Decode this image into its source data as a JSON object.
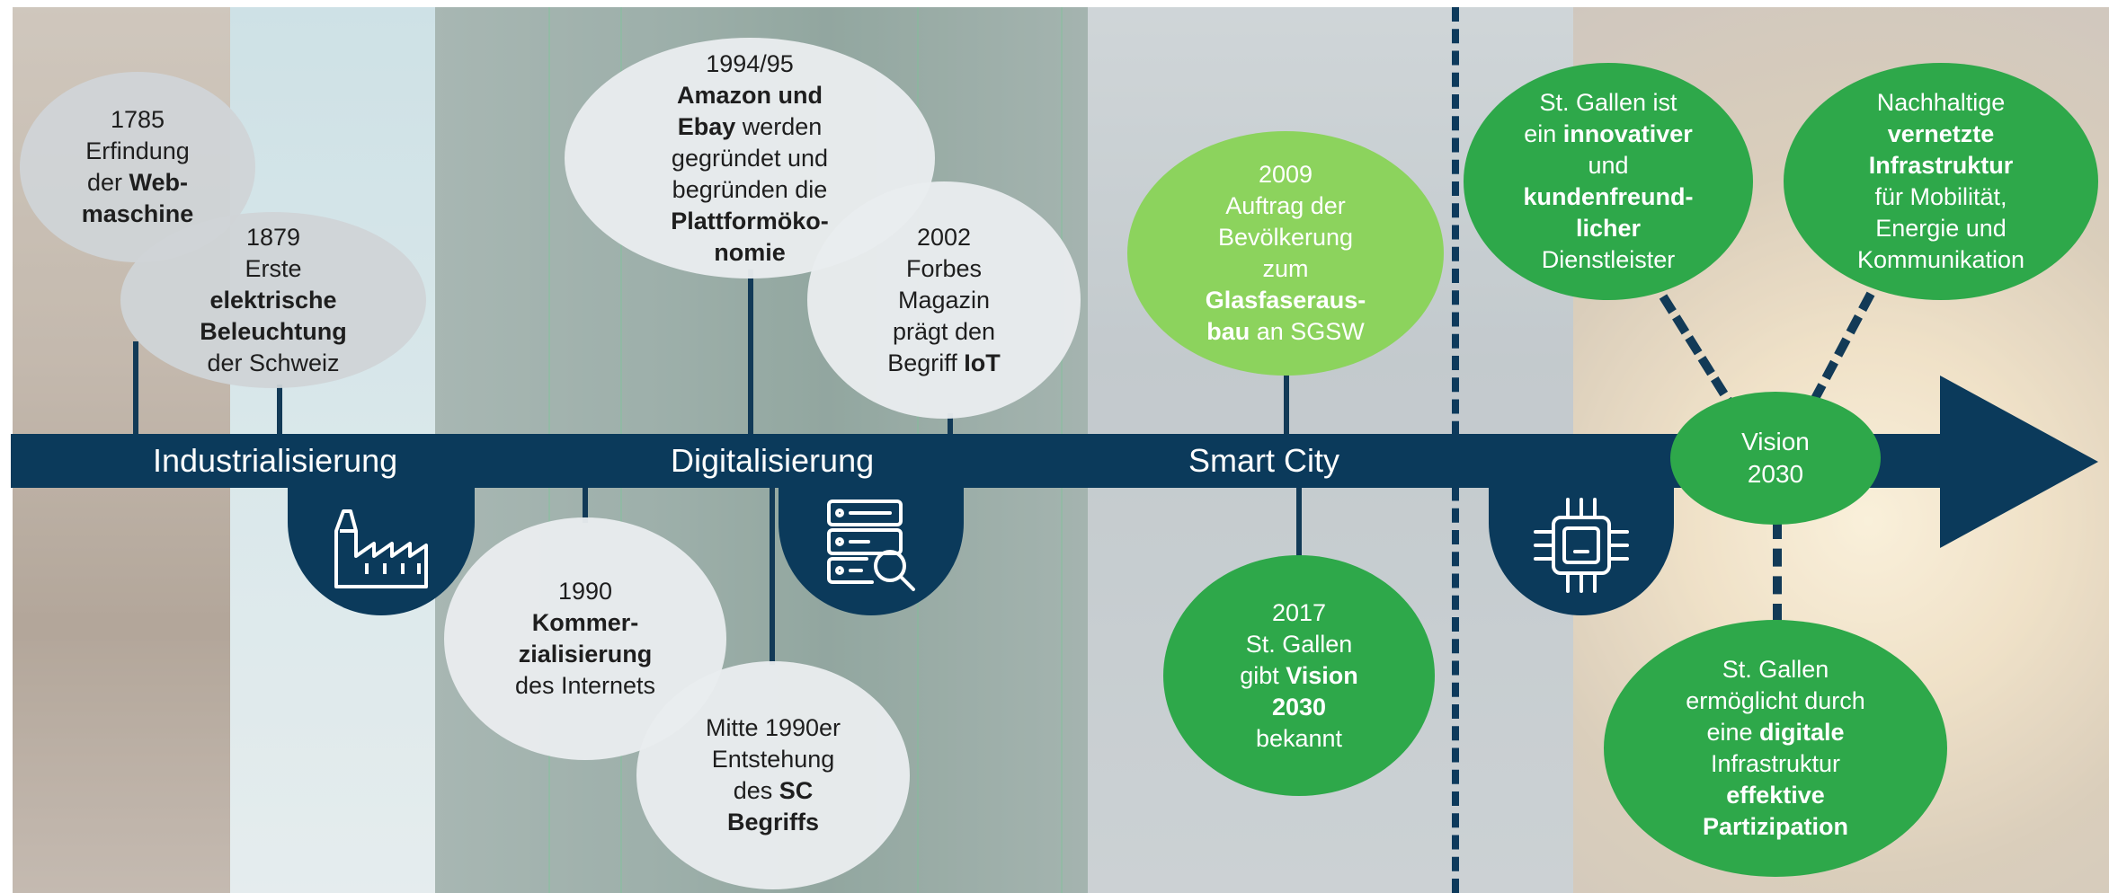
{
  "eras": {
    "industrialisierung": "Industrialisierung",
    "digitalisierung": "Digitalisierung",
    "smart_city": "Smart City"
  },
  "vision": {
    "line1": "Vision",
    "line2": "2030"
  },
  "icons": [
    "factory-icon",
    "server-search-icon",
    "chip-icon",
    "arrow-right-icon"
  ],
  "events": {
    "e1785": {
      "l1": "1785",
      "l2": "Erfindung",
      "l3a": "der ",
      "l3b": "Web-",
      "l4": "maschine"
    },
    "e1879": {
      "l1": "1879",
      "l2": "Erste",
      "l3": "elektrische",
      "l4": "Beleuchtung",
      "l5": "der Schweiz"
    },
    "e1994": {
      "l1": "1994/95",
      "l2": "Amazon und",
      "l3a": "Ebay",
      "l3b": " werden",
      "l4": "gegründet und",
      "l5": "begründen die",
      "l6": "Plattformöko-",
      "l7": "nomie"
    },
    "e2002": {
      "l1": "2002",
      "l2": "Forbes",
      "l3": "Magazin",
      "l4": "prägt den",
      "l5a": "Begriff ",
      "l5b": "IoT"
    },
    "e1990": {
      "l1": "1990",
      "l2": "Kommer-",
      "l3": "zialisierung",
      "l4": "des Internets"
    },
    "e1990er": {
      "l1": "Mitte 1990er",
      "l2": "Entstehung",
      "l3a": "des ",
      "l3b": "SC",
      "l4": "Begriffs"
    },
    "e2009": {
      "l1": "2009",
      "l2": "Auftrag der",
      "l3": "Bevölkerung",
      "l4": "zum",
      "l5": "Glasfaseraus-",
      "l6a": "bau",
      "l6b": " an SGSW"
    },
    "e2017": {
      "l1": "2017",
      "l2": "St. Gallen",
      "l3a": "gibt ",
      "l3b": "Vision",
      "l4": "2030",
      "l5": "bekannt"
    }
  },
  "goals": {
    "g1": {
      "l1": "St. Gallen ist",
      "l2a": "ein ",
      "l2b": "innovativer",
      "l3": "und",
      "l4": "kundenfreund-",
      "l5": "licher",
      "l6": "Dienstleister"
    },
    "g2": {
      "l1": "Nachhaltige",
      "l2": "vernetzte",
      "l3": "Infrastruktur",
      "l4": "für Mobilität,",
      "l5": "Energie und",
      "l6": "Kommunikation"
    },
    "g3": {
      "l1": "St. Gallen",
      "l2": "ermöglicht durch",
      "l3a": "eine ",
      "l3b": "digitale",
      "l4": "Infrastruktur",
      "l5": "effektive",
      "l6": "Partizipation"
    }
  },
  "colors": {
    "navy": "#0b3a5b",
    "green": "#2ea84a",
    "lime": "#8cd35d",
    "grey": "#e9ecee"
  }
}
